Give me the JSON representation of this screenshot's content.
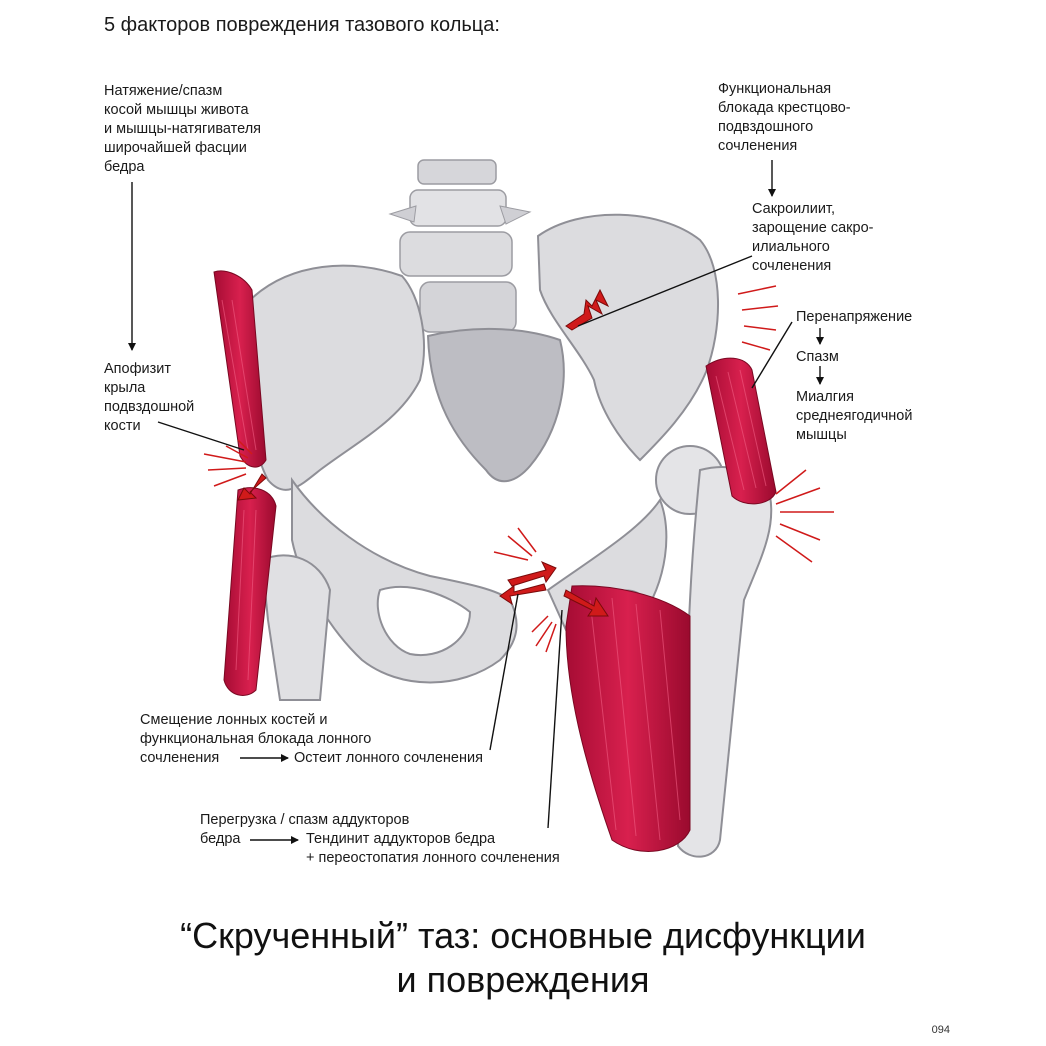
{
  "header": {
    "title": "5 факторов повреждения тазового кольца:"
  },
  "labels": {
    "oblique_spasm": "Натяжение/спазм\nкосой мышцы живота\nи мышцы-натягивателя\nширочайшей фасции\nбедра",
    "apophysitis": "Апофизит\nкрыла\nподвздошной\nкости",
    "si_block": "Функциональная\nблокада крестцово-\nподвздошного\nсочленения",
    "sacroiliitis": "Сакроилиит,\nзарощение сакро-\nилиального\nсочленения",
    "overstrain": "Перенапряжение",
    "spasm": "Спазм",
    "myalgia": "Миалгия\nсреднеягодичной\nмышцы",
    "pubic_shift": "Смещение лонных костей и\nфункциональная блокада лонного",
    "pubic_joint_word": "сочленения",
    "osteitis": "Остеит лонного сочленения",
    "adductor_overload": "Перегрузка / спазм аддукторов",
    "hip_word": "бедра",
    "tendinitis": "Тендинит аддукторов бедра",
    "periostopathy": "+ переостопатия лонного сочленения"
  },
  "caption": {
    "line1": "“Скрученный” таз: основные дисфункции",
    "line2": "и повреждения"
  },
  "page_number": "094",
  "colors": {
    "bone": "#dcdcdf",
    "bone_shadow": "#b9b9bf",
    "muscle": "#c4123f",
    "muscle_dark": "#8e0a2c",
    "arrow": "#d01a1a",
    "line": "#111111"
  }
}
